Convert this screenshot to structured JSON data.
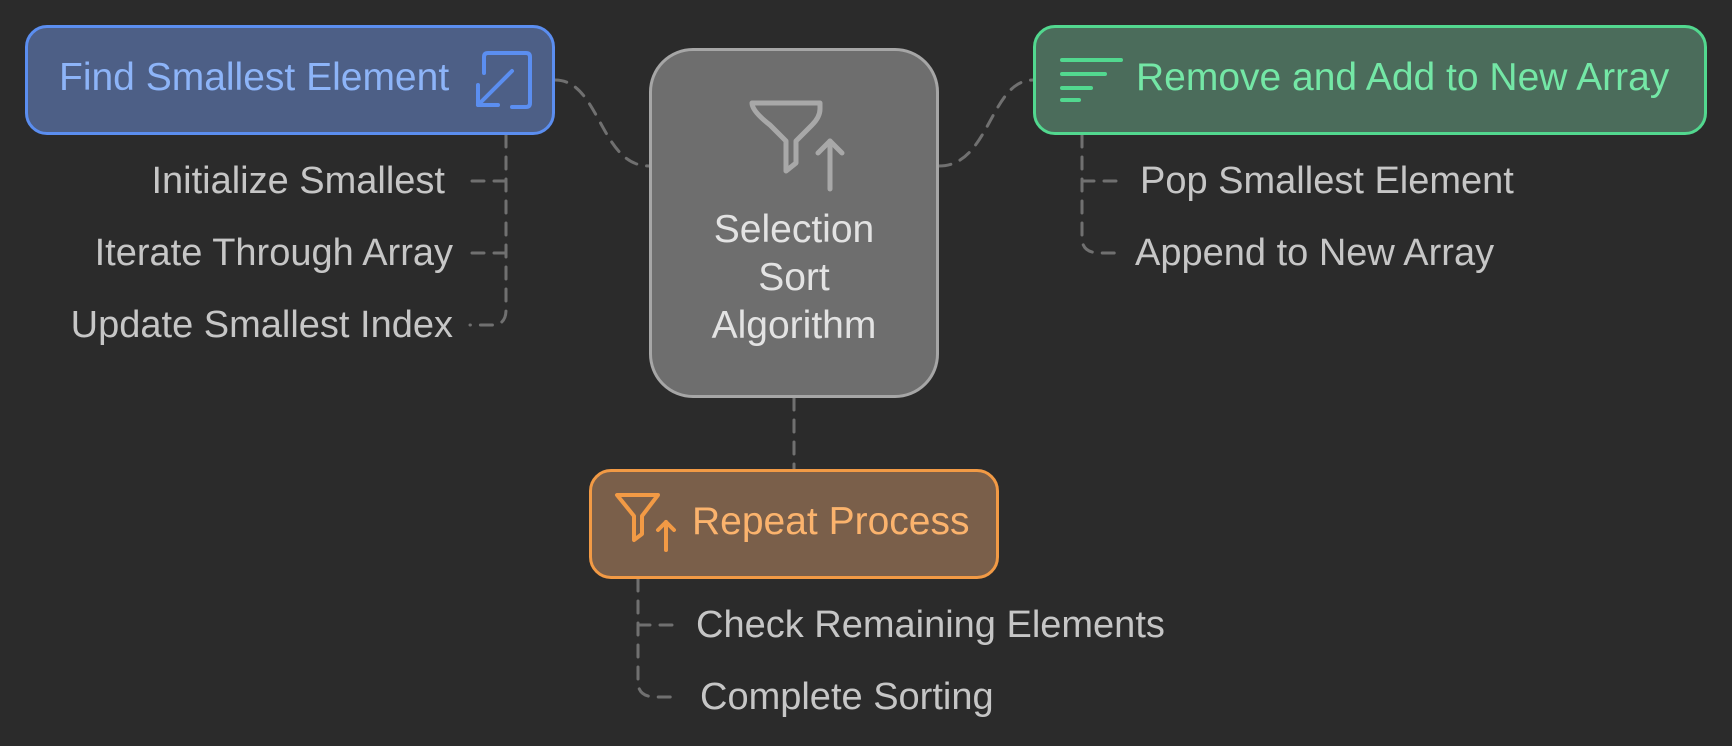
{
  "center": {
    "lines": [
      "Selection",
      "Sort",
      "Algorithm"
    ],
    "icon": "filter-up-arrow-icon"
  },
  "branches": {
    "find": {
      "label": "Find Smallest Element",
      "icon": "arrow-down-left-box-icon",
      "color": "#5b8ef0",
      "steps": [
        "Initialize Smallest",
        "Iterate Through Array",
        "Update Smallest Index"
      ]
    },
    "remove": {
      "label": "Remove and Add to New Array",
      "icon": "align-left-lines-icon",
      "color": "#52d88f",
      "steps": [
        "Pop Smallest Element",
        "Append to New Array"
      ]
    },
    "repeat": {
      "label": "Repeat Process",
      "icon": "filter-up-arrow-icon",
      "color": "#f29a45",
      "steps": [
        "Check Remaining Elements",
        "Complete Sorting"
      ]
    }
  }
}
